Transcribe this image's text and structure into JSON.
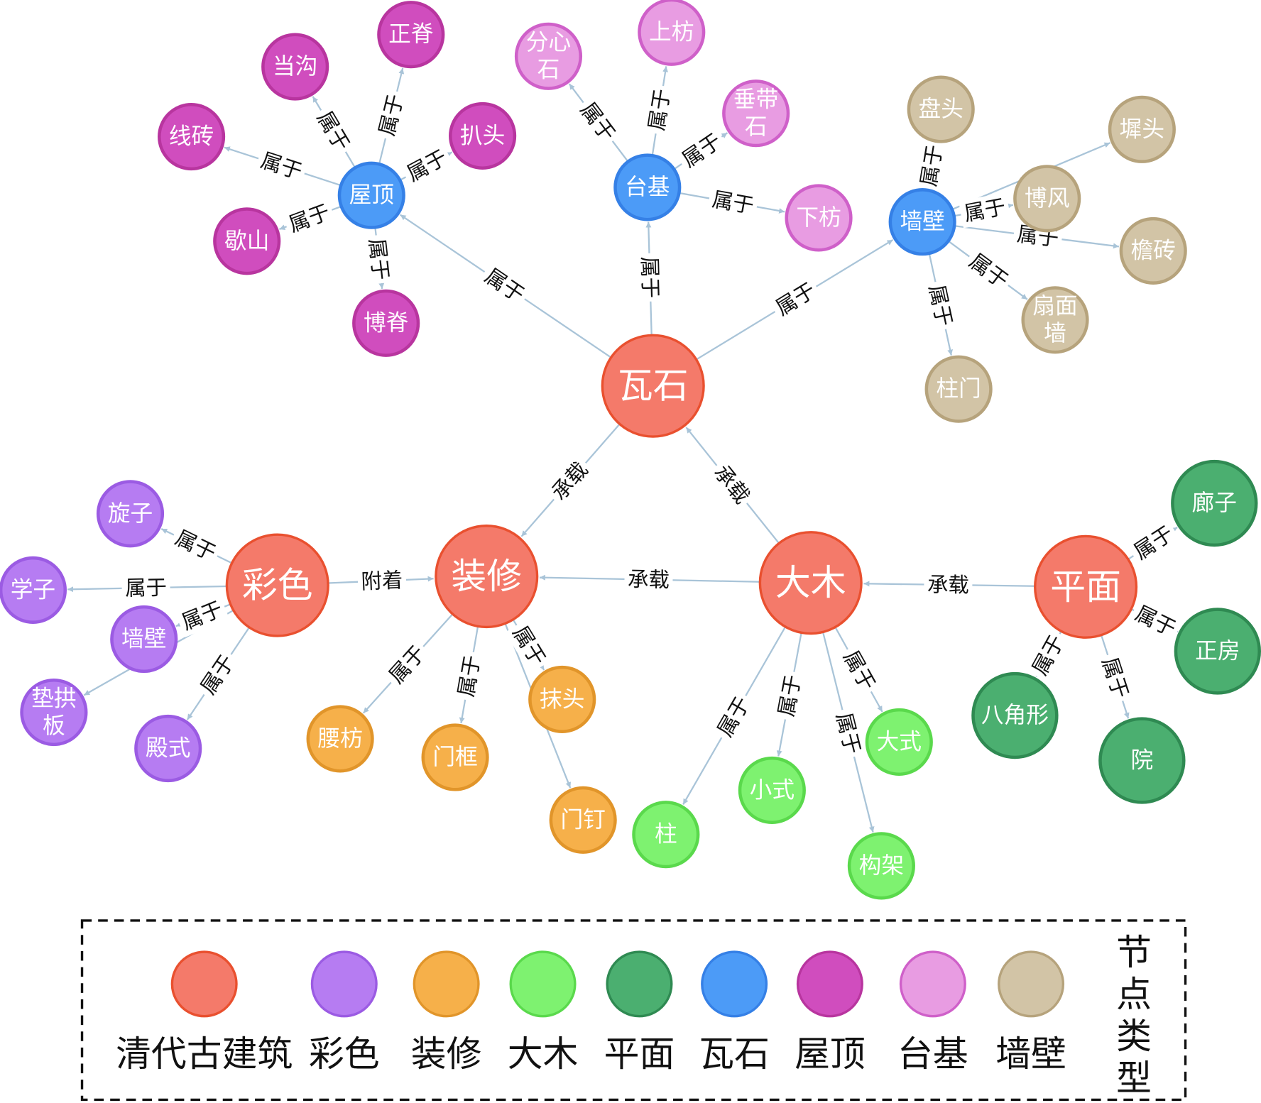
{
  "categories": {
    "清代古建筑": {
      "fill": "#F47A6A",
      "stroke": "#E9502F"
    },
    "彩色": {
      "fill": "#B67CF2",
      "stroke": "#9B5BE3"
    },
    "装修": {
      "fill": "#F6B04A",
      "stroke": "#E1952A"
    },
    "大木": {
      "fill": "#7EF270",
      "stroke": "#5AD94C"
    },
    "平面": {
      "fill": "#4BAF70",
      "stroke": "#2F8A52"
    },
    "瓦石": {
      "fill": "#4C9BF7",
      "stroke": "#3580E6"
    },
    "屋顶": {
      "fill": "#D04DBE",
      "stroke": "#B8359F"
    },
    "台基": {
      "fill": "#E89CE2",
      "stroke": "#CF60C9"
    },
    "墙壁": {
      "fill": "#D2C4A6",
      "stroke": "#B6A37C"
    }
  },
  "nodes": [
    {
      "id": "wash",
      "label": "瓦石",
      "category": "清代古建筑"
    },
    {
      "id": "zhuangxiu",
      "label": "装修",
      "category": "清代古建筑"
    },
    {
      "id": "damu",
      "label": "大木",
      "category": "清代古建筑"
    },
    {
      "id": "caise",
      "label": "彩色",
      "category": "清代古建筑"
    },
    {
      "id": "pingmian",
      "label": "平面",
      "category": "清代古建筑"
    },
    {
      "id": "wuding",
      "label": "屋顶",
      "category": "瓦石"
    },
    {
      "id": "taiji",
      "label": "台基",
      "category": "瓦石"
    },
    {
      "id": "qiangbi",
      "label": "墙壁",
      "category": "瓦石"
    },
    {
      "id": "zhengji",
      "label": "正脊",
      "category": "屋顶"
    },
    {
      "id": "danggou",
      "label": "当沟",
      "category": "屋顶"
    },
    {
      "id": "batou",
      "label": "扒头",
      "category": "屋顶"
    },
    {
      "id": "xianzhuan",
      "label": "线砖",
      "category": "屋顶"
    },
    {
      "id": "xieshan",
      "label": "歇山",
      "category": "屋顶"
    },
    {
      "id": "boji",
      "label": "博脊",
      "category": "屋顶"
    },
    {
      "id": "fenxinshi",
      "label": "分心石",
      "category": "台基"
    },
    {
      "id": "shangfang",
      "label": "上枋",
      "category": "台基"
    },
    {
      "id": "chuidaishi",
      "label": "垂带石",
      "category": "台基"
    },
    {
      "id": "xiafang",
      "label": "下枋",
      "category": "台基"
    },
    {
      "id": "pantou",
      "label": "盘头",
      "category": "墙壁"
    },
    {
      "id": "chitou",
      "label": "墀头",
      "category": "墙壁"
    },
    {
      "id": "bofeng",
      "label": "博风",
      "category": "墙壁"
    },
    {
      "id": "yanzhuan",
      "label": "檐砖",
      "category": "墙壁"
    },
    {
      "id": "shanmianqiang",
      "label": "扇面墙",
      "category": "墙壁"
    },
    {
      "id": "zhumen",
      "label": "柱门",
      "category": "墙壁"
    },
    {
      "id": "xuanzi",
      "label": "旋子",
      "category": "彩色"
    },
    {
      "id": "xuezi",
      "label": "学子",
      "category": "彩色"
    },
    {
      "id": "qiangbi2",
      "label": "墙壁",
      "category": "彩色"
    },
    {
      "id": "diangongban",
      "label": "垫拱板",
      "category": "彩色"
    },
    {
      "id": "dianshi",
      "label": "殿式",
      "category": "彩色"
    },
    {
      "id": "yaofang",
      "label": "腰枋",
      "category": "装修"
    },
    {
      "id": "menkuang",
      "label": "门框",
      "category": "装修"
    },
    {
      "id": "motou",
      "label": "抹头",
      "category": "装修"
    },
    {
      "id": "mending",
      "label": "门钉",
      "category": "装修"
    },
    {
      "id": "zhu",
      "label": "柱",
      "category": "大木"
    },
    {
      "id": "xiaoshi",
      "label": "小式",
      "category": "大木"
    },
    {
      "id": "dashi",
      "label": "大式",
      "category": "大木"
    },
    {
      "id": "goujia",
      "label": "构架",
      "category": "大木"
    },
    {
      "id": "langzi",
      "label": "廊子",
      "category": "平面"
    },
    {
      "id": "zhengfang",
      "label": "正房",
      "category": "平面"
    },
    {
      "id": "bajiaoxing",
      "label": "八角形",
      "category": "平面"
    },
    {
      "id": "yuan",
      "label": "院",
      "category": "平面"
    }
  ],
  "edges": [
    {
      "source": "wash",
      "target": "wuding",
      "label": "属于"
    },
    {
      "source": "wash",
      "target": "taiji",
      "label": "属于"
    },
    {
      "source": "wash",
      "target": "qiangbi",
      "label": "属于"
    },
    {
      "source": "wash",
      "target": "zhuangxiu",
      "label": "承载"
    },
    {
      "source": "damu",
      "target": "wash",
      "label": "承载"
    },
    {
      "source": "damu",
      "target": "zhuangxiu",
      "label": "承载"
    },
    {
      "source": "pingmian",
      "target": "damu",
      "label": "承载"
    },
    {
      "source": "caise",
      "target": "zhuangxiu",
      "label": "附着"
    },
    {
      "source": "wuding",
      "target": "zhengji",
      "label": "属于"
    },
    {
      "source": "wuding",
      "target": "danggou",
      "label": "属于"
    },
    {
      "source": "wuding",
      "target": "batou",
      "label": "属于"
    },
    {
      "source": "wuding",
      "target": "xianzhuan",
      "label": "属于"
    },
    {
      "source": "wuding",
      "target": "xieshan",
      "label": "属于"
    },
    {
      "source": "wuding",
      "target": "boji",
      "label": "属于"
    },
    {
      "source": "taiji",
      "target": "fenxinshi",
      "label": "属于"
    },
    {
      "source": "taiji",
      "target": "shangfang",
      "label": "属于"
    },
    {
      "source": "taiji",
      "target": "chuidaishi",
      "label": "属于"
    },
    {
      "source": "taiji",
      "target": "xiafang",
      "label": "属于"
    },
    {
      "source": "qiangbi",
      "target": "pantou",
      "label": "属于"
    },
    {
      "source": "qiangbi",
      "target": "chitou",
      "label": ""
    },
    {
      "source": "qiangbi",
      "target": "bofeng",
      "label": "属于"
    },
    {
      "source": "qiangbi",
      "target": "yanzhuan",
      "label": "属于"
    },
    {
      "source": "qiangbi",
      "target": "shanmianqiang",
      "label": "属于"
    },
    {
      "source": "qiangbi",
      "target": "zhumen",
      "label": "属于"
    },
    {
      "source": "caise",
      "target": "xuanzi",
      "label": "属于"
    },
    {
      "source": "caise",
      "target": "xuezi",
      "label": "属于"
    },
    {
      "source": "caise",
      "target": "qiangbi2",
      "label": "属于"
    },
    {
      "source": "caise",
      "target": "diangongban",
      "label": ""
    },
    {
      "source": "caise",
      "target": "dianshi",
      "label": "属于"
    },
    {
      "source": "zhuangxiu",
      "target": "yaofang",
      "label": "属于"
    },
    {
      "source": "zhuangxiu",
      "target": "menkuang",
      "label": "属于"
    },
    {
      "source": "zhuangxiu",
      "target": "motou",
      "label": "属于"
    },
    {
      "source": "zhuangxiu",
      "target": "mending",
      "label": ""
    },
    {
      "source": "damu",
      "target": "zhu",
      "label": "属于"
    },
    {
      "source": "damu",
      "target": "xiaoshi",
      "label": "属于"
    },
    {
      "source": "damu",
      "target": "dashi",
      "label": "属于"
    },
    {
      "source": "damu",
      "target": "goujia",
      "label": "属于"
    },
    {
      "source": "pingmian",
      "target": "langzi",
      "label": "属于"
    },
    {
      "source": "pingmian",
      "target": "zhengfang",
      "label": "属于"
    },
    {
      "source": "pingmian",
      "target": "bajiaoxing",
      "label": "属于"
    },
    {
      "source": "pingmian",
      "target": "yuan",
      "label": "属于"
    }
  ],
  "legend": {
    "title": "节点类型",
    "items": [
      "清代古建筑",
      "彩色",
      "装修",
      "大木",
      "平面",
      "瓦石",
      "屋顶",
      "台基",
      "墙壁"
    ]
  }
}
